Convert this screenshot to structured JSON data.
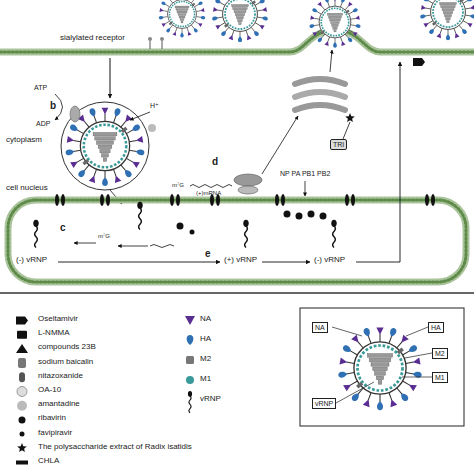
{
  "diagram": {
    "nodes": [
      {
        "text": [
          "TRI"
        ]
      },
      {
        "text": [
          "NA"
        ]
      },
      {
        "text": [
          "HA"
        ]
      },
      {
        "text": [
          "M2"
        ]
      },
      {
        "text": [
          "M1"
        ]
      },
      {
        "text": [
          "vRNP"
        ]
      }
    ],
    "labels": [
      "sialylated receptor",
      "b",
      "ATP",
      "ADP",
      "H⁺",
      "cytoplasm",
      "cell nucleus",
      "c",
      "m⁷G",
      "d",
      "m⁷G",
      "(+)mRNA",
      "NP PA PB1 PB2",
      "e",
      "(-) vRNP",
      "(+) vRNP",
      "(-) vRNP"
    ],
    "legend": [
      {
        "text": "Oseltamivir"
      },
      {
        "text": "L-NMMA"
      },
      {
        "text": "compounds 23B"
      },
      {
        "text": "sodium baicalin"
      },
      {
        "text": "nitazoxanide"
      },
      {
        "text": "OA-10"
      },
      {
        "text": "amantadine"
      },
      {
        "text": "ribavirin"
      },
      {
        "text": "favipiravir"
      },
      {
        "text": "The polysaccharide extract of Radix isatidis"
      },
      {
        "text": "CHLA"
      },
      {
        "text": "NA"
      },
      {
        "text": "HA"
      },
      {
        "text": "M2"
      },
      {
        "text": "M1"
      },
      {
        "text": "vRNP"
      }
    ]
  }
}
